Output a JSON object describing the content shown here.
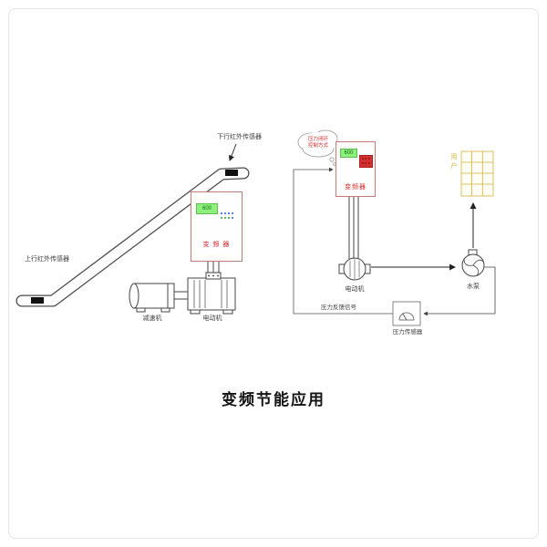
{
  "title": "变频节能应用",
  "escalator": {
    "sensor_down_label": "下行红外传感器",
    "sensor_up_label": "上行红外传感器",
    "vfd_display": "600",
    "vfd_label": "变 频 器",
    "gearbox_label": "减速机",
    "motor_label": "电动机"
  },
  "pump": {
    "cloud_line1": "压力闭环",
    "cloud_line2": "控制方式",
    "vfd_display": "600",
    "vfd_label": "变频器",
    "motor_label": "电动机",
    "pump_label": "水泵",
    "user_label": "用户",
    "pressure_sensor_label": "压力传感器",
    "feedback_label": "压力反馈信号"
  },
  "colors": {
    "accent_red": "#d42626",
    "display_green": "#8df07d",
    "user_yellow": "#d1b23a"
  }
}
